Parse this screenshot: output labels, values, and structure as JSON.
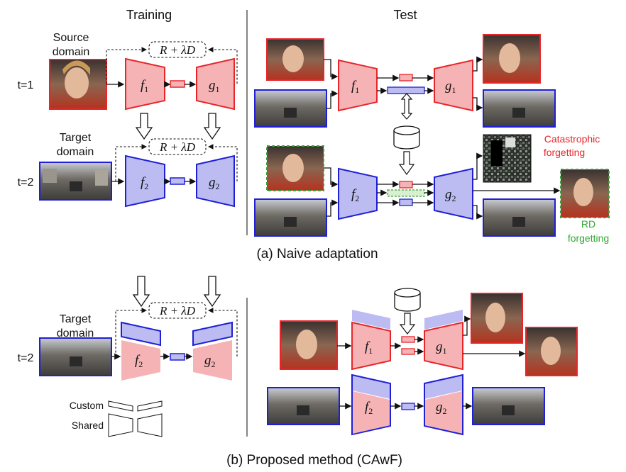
{
  "training": {
    "title": "Training"
  },
  "test": {
    "title": "Test"
  },
  "source": {
    "line1": "Source",
    "line2": "domain"
  },
  "target": {
    "line1": "Target",
    "line2": "domain"
  },
  "steps": {
    "t1": "t=1",
    "t2": "t=2"
  },
  "loss": {
    "label": "R + λD"
  },
  "encoders": {
    "f1_base": "f",
    "f1_sub": "1",
    "f2_base": "f",
    "f2_sub": "2"
  },
  "decoders": {
    "g1_base": "g",
    "g1_sub": "1",
    "g2_base": "g",
    "g2_sub": "2"
  },
  "annotations": {
    "catastrophic_line1": "Catastrophic",
    "catastrophic_line2": "forgetting",
    "rd_line1": "RD",
    "rd_line2": "forgetting"
  },
  "legend": {
    "custom": "Custom",
    "shared": "Shared"
  },
  "captions": {
    "a": "(a) Naive adaptation",
    "b": "(b) Proposed method (CAwF)"
  },
  "colors": {
    "red_stroke": "#e8262a",
    "red_fill": "#f6b3b5",
    "blue_stroke": "#1f1fd6",
    "blue_fill": "#bcbcf2",
    "green_dash": "#3aa13a",
    "catastrophic_text": "#e8262a",
    "rd_text": "#32a832"
  }
}
